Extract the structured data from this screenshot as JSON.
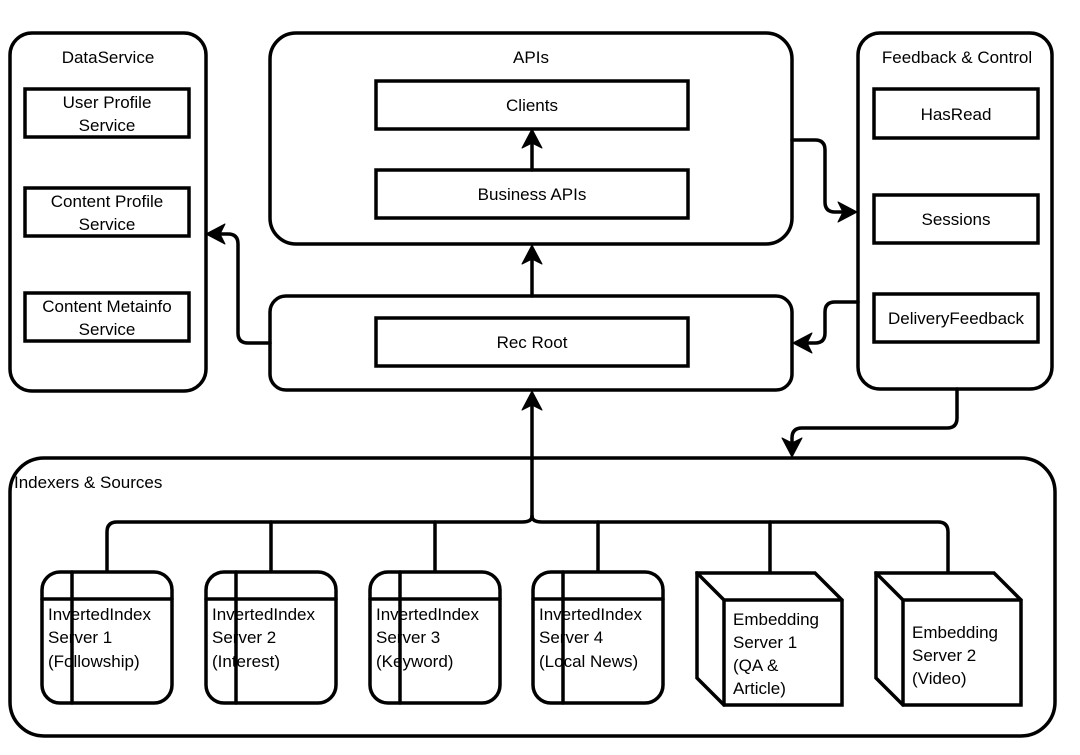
{
  "groups": {
    "data_service": "DataService",
    "apis": "APIs",
    "feedback_control": "Feedback & Control",
    "indexers_sources": "Indexers & Sources"
  },
  "data_service": {
    "user_profile": [
      "User Profile",
      "Service"
    ],
    "content_profile": [
      "Content Profile",
      "Service"
    ],
    "content_metainfo": [
      "Content Metainfo",
      "Service"
    ]
  },
  "apis": {
    "clients": "Clients",
    "business_apis": "Business APIs"
  },
  "rec_root": "Rec Root",
  "feedback": {
    "has_read": "HasRead",
    "sessions": "Sessions",
    "delivery_feedback": "DeliveryFeedback"
  },
  "indexers": [
    [
      "InvertedIndex",
      "Server 1",
      "(Followship)"
    ],
    [
      "InvertedIndex",
      "Server 2",
      "(Interest)"
    ],
    [
      "InvertedIndex",
      "Server 3",
      "(Keyword)"
    ],
    [
      "InvertedIndex",
      "Server 4",
      "(Local News)"
    ]
  ],
  "embedding_servers": [
    [
      "Embedding",
      "Server 1",
      "(QA &",
      "Article)"
    ],
    [
      "Embedding",
      "Server 2",
      "(Video)"
    ]
  ]
}
